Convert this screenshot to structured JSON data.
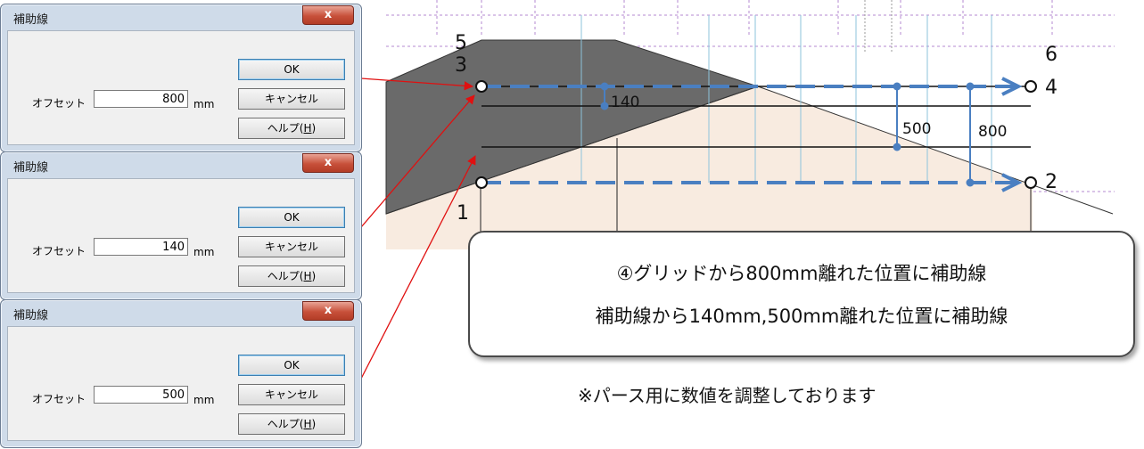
{
  "dialogs": [
    {
      "title": "補助線",
      "offset_label": "オフセット",
      "offset_value": "800",
      "unit": "mm",
      "ok": "OK",
      "cancel": "キャンセル",
      "help_prefix": "ヘルプ(",
      "help_key": "H",
      "help_suffix": ")"
    },
    {
      "title": "補助線",
      "offset_label": "オフセット",
      "offset_value": "140",
      "unit": "mm",
      "ok": "OK",
      "cancel": "キャンセル",
      "help_prefix": "ヘルプ(",
      "help_key": "H",
      "help_suffix": ")"
    },
    {
      "title": "補助線",
      "offset_label": "オフセット",
      "offset_value": "500",
      "unit": "mm",
      "ok": "OK",
      "cancel": "キャンセル",
      "help_prefix": "ヘルプ(",
      "help_key": "H",
      "help_suffix": ")"
    }
  ],
  "close_glyph": "x",
  "drawing": {
    "point_labels": {
      "p1": "1",
      "p2": "2",
      "p3": "3",
      "p4": "4",
      "p5": "5",
      "p6": "6"
    },
    "dims": {
      "d140": "140",
      "d500": "500",
      "d800": "800"
    }
  },
  "callout": {
    "line1": "④グリッドから800mm離れた位置に補助線",
    "line2": "補助線から140mm,500mm離れた位置に補助線"
  },
  "note": "※パース用に数値を調整しております",
  "colors": {
    "accent_blue": "#4a7fc1",
    "arrow_red": "#e01010",
    "roof_gray": "#6a6a6a",
    "wall_beige": "#f8ebe0"
  }
}
